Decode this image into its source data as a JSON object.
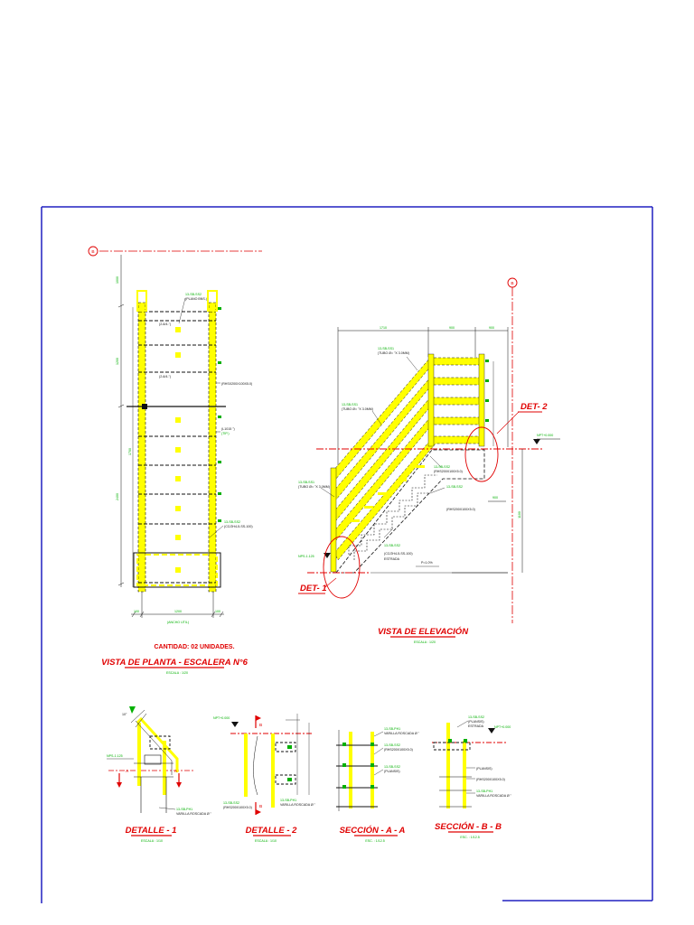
{
  "colors": {
    "frame": "#2020c0",
    "steel": "#ffff00",
    "outline": "#111111",
    "dims": "#00b000",
    "axis": "#e00000"
  },
  "plan": {
    "quantity": "CANTIDAD: 02 UNIDADES.",
    "title": "VISTA DE PLANTA - ESCALERA N°6",
    "scale": "ESCALA : 1/20",
    "axis_tag": "B",
    "dim_width": "1200",
    "dim_width_note": "(ANCHO UTIL)",
    "dim_edge_left": "100",
    "dim_edge_right": "100",
    "callouts": [
      "13-SB-SS2",
      "(PLANO BNS.)",
      "(2-6/4-\")",
      "(2-6/4-\")",
      "(RHSX200X100X5.0)",
      "(L1015 \")",
      "(TIP.)",
      "13-SB-SS2",
      "(CC/2H4-5-SS-100)"
    ],
    "dim_vertical": [
      "1000",
      "1200",
      "2400",
      "1700"
    ]
  },
  "elevation": {
    "title": "VISTA DE ELEVACIÓN",
    "scale": "ESCALA : 1/20",
    "axis_tag": "B",
    "det1": "DET- 1",
    "det2": "DET- 2",
    "level_top": "NPT+0.000",
    "level_bot": "NPS-1.125",
    "slope": "P=1.0%",
    "top_dims": [
      "1710",
      "900",
      "900"
    ],
    "callouts": [
      "13-SB-SS1",
      "(TUBO Ø=  \"X 3.0MM)",
      "13-SB-SS1",
      "(TUBO Ø=  \"X 3.0MM)",
      "13-SB-SS1",
      "(TUBO Ø=  \"X 3.0MM)",
      "13-SB-SS2",
      "(RHS200X100X5.0)",
      "13-SB-SS2",
      "(RHS200X100X5.0)",
      "13-SB-SS2",
      "(CC/2H4-5-SS-100)",
      "ESTRADA"
    ],
    "right_dims": [
      "900",
      "1100"
    ]
  },
  "details": [
    {
      "title": "DETALLE - 1",
      "scale": "ESCALA : 1/10",
      "tag": "A",
      "level": "NPS-1.125",
      "callouts": [
        "13-SB-PH1",
        "VARILLA ROSCADA Ø  \""
      ]
    },
    {
      "title": "DETALLE - 2",
      "scale": "ESCALA : 1/10",
      "tag": "B",
      "level": "NPT+0.000",
      "callouts": [
        "13-SB-SS2",
        "(RHS200X100X5.0)",
        "13-SB-PH1",
        "VARILLA ROSCADA Ø  \""
      ]
    },
    {
      "title": "SECCIÓN - A - A",
      "scale": "ESC. : 1/12.5",
      "callouts": [
        "13-SB-PH1",
        "VARILLA ROSCADA Ø  \"",
        "13-SB-SS2",
        "(RHS200X100X5.0)",
        "13-SB-SS2",
        "(PLANSIS)"
      ]
    },
    {
      "title": "SECCIÓN - B - B",
      "scale": "ESC. : 1/12.5",
      "level": "NPT+0.000",
      "callouts": [
        "13-SB-SS2",
        "(PLANSIS)",
        "ESTRADA",
        "(PLANSIS)",
        "(RHS200X100X5.0)",
        "13-SB-PH1",
        "VARILLA ROSCADA Ø  \""
      ]
    }
  ]
}
